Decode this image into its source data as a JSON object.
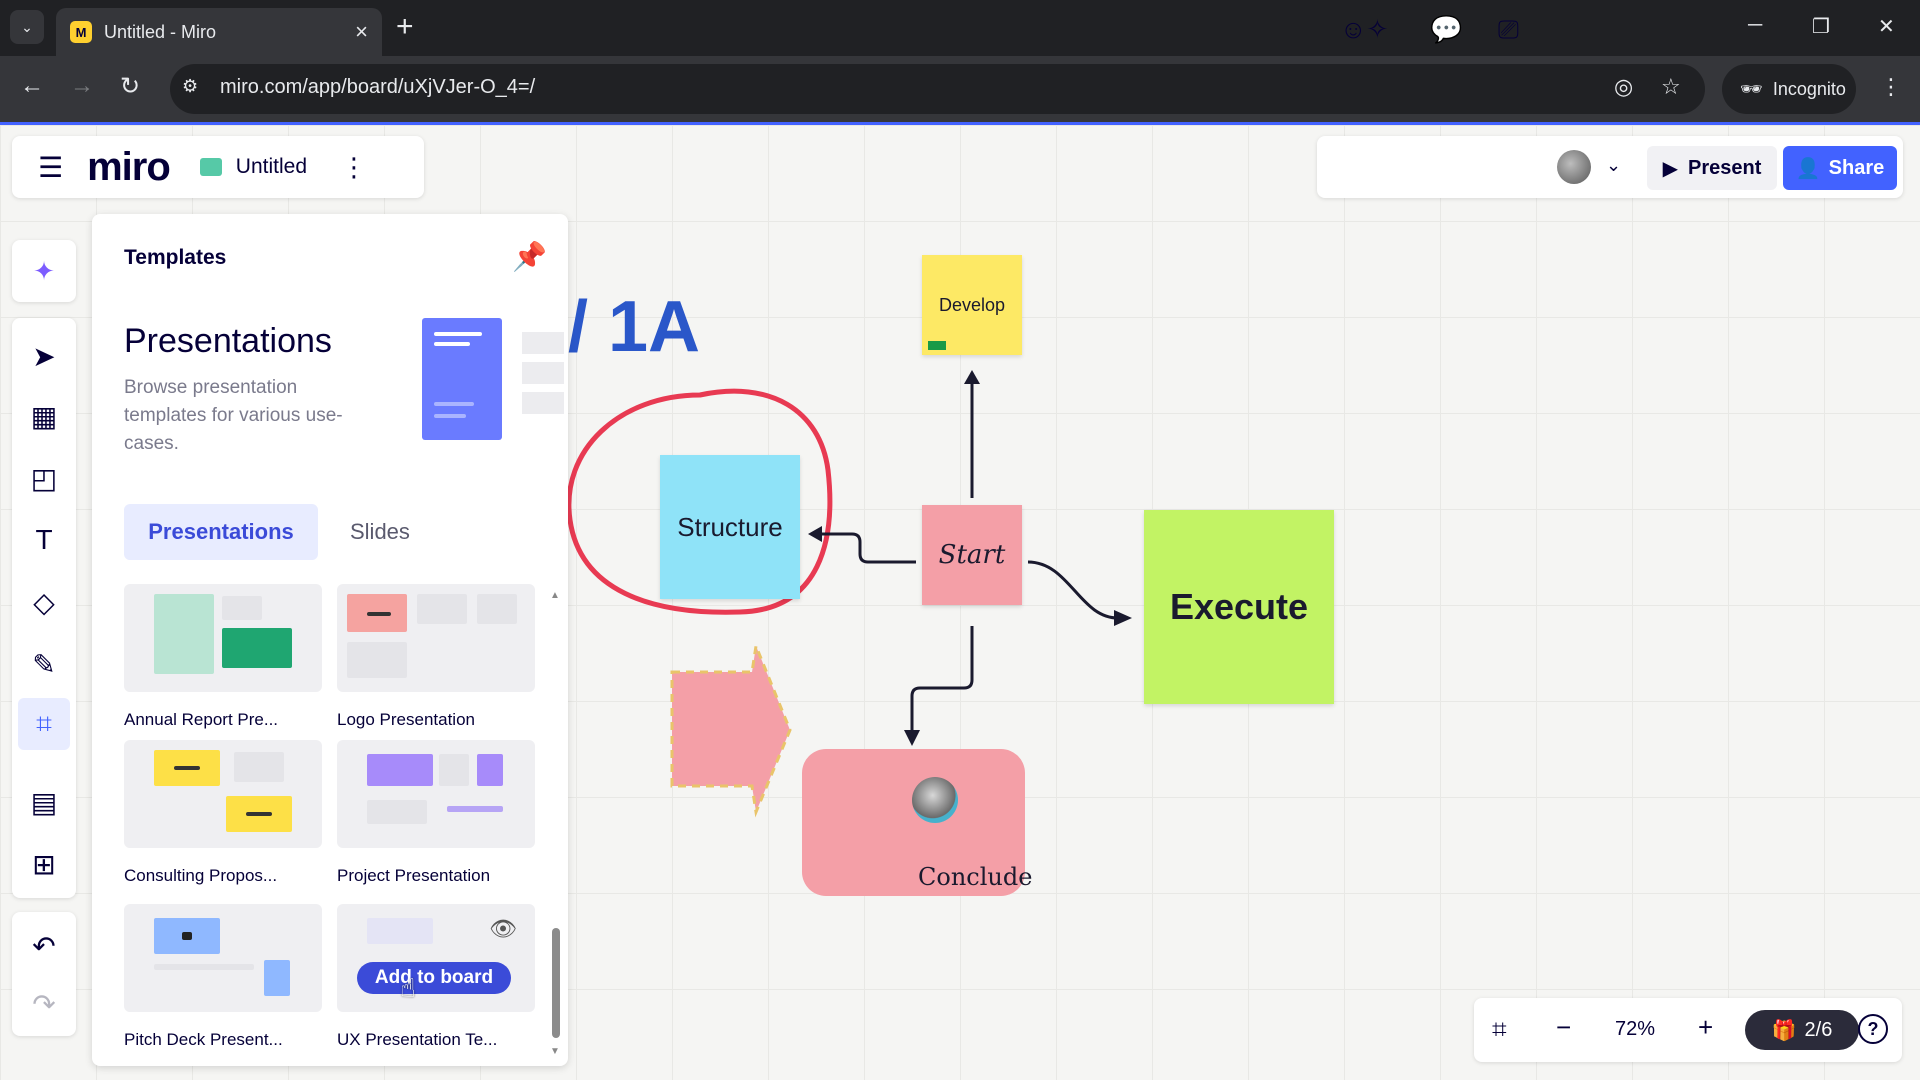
{
  "browser": {
    "tab_title": "Untitled - Miro",
    "favicon_letter": "M",
    "url": "miro.com/app/board/uXjVJer-O_4=/",
    "incognito_label": "Incognito"
  },
  "board_bar": {
    "logo": "miro",
    "board_name": "Untitled"
  },
  "top_right": {
    "present_label": "Present",
    "share_label": "Share"
  },
  "templates_panel": {
    "title": "Templates",
    "hero_title": "Presentations",
    "hero_description": "Browse presentation templates for various use-cases.",
    "tabs": [
      "Presentations",
      "Slides"
    ],
    "active_tab": "Presentations",
    "items": [
      {
        "label": "Annual Report Pre..."
      },
      {
        "label": "Logo Presentation"
      },
      {
        "label": "Consulting Propos..."
      },
      {
        "label": "Project Presentation"
      },
      {
        "label": "Pitch Deck Present..."
      },
      {
        "label": "UX Presentation Te..."
      }
    ],
    "add_to_board_label": "Add to board"
  },
  "board": {
    "heading_fragment": "/ 1A",
    "stickies": {
      "develop": "Develop",
      "structure": "Structure",
      "start": "Start",
      "execute": "Execute",
      "conclude": "Conclude"
    },
    "colors": {
      "develop": "#fde965",
      "structure": "#8fe3f8",
      "start": "#f49fa7",
      "execute": "#c2f364",
      "conclude": "#f49fa7",
      "circle_stroke": "#e83a52",
      "heading": "#2a57c9"
    }
  },
  "bottom_bar": {
    "zoom": "72%",
    "pages": "2/6"
  },
  "colors": {
    "accent": "#4262ff",
    "brand_dark": "#050038"
  }
}
